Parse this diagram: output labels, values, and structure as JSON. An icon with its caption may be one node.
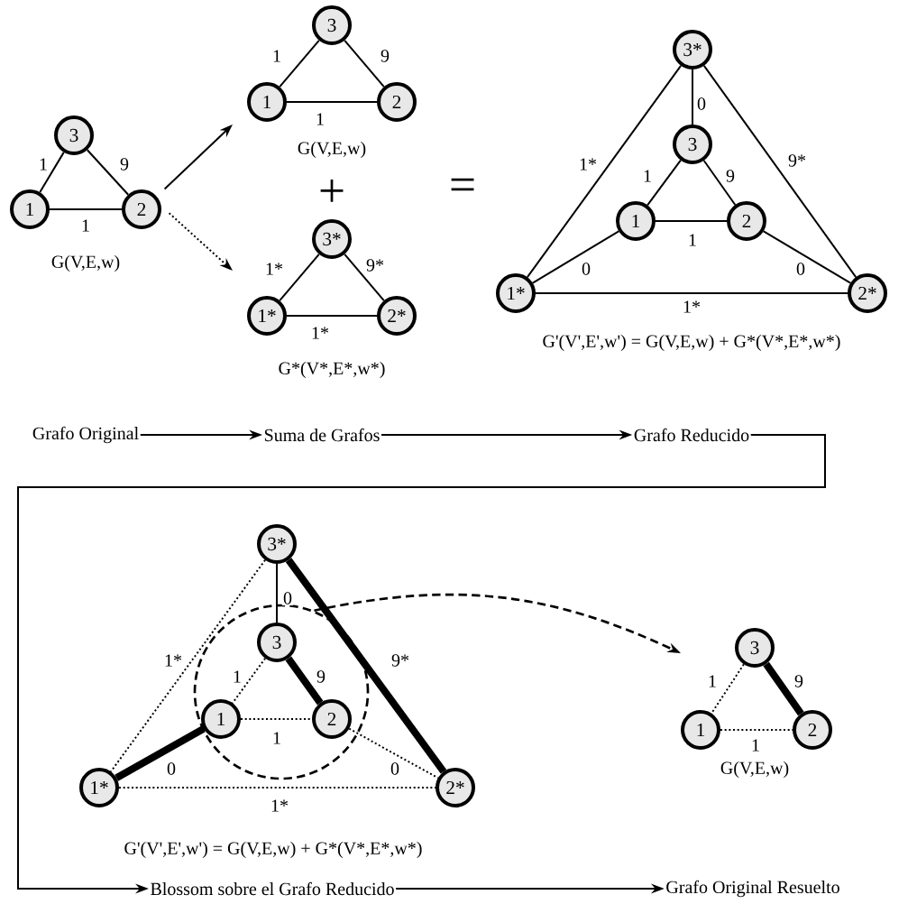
{
  "diagram": {
    "nodes": [
      {
        "text": [
          "3"
        ]
      },
      {
        "text": [
          "1"
        ]
      },
      {
        "text": [
          "2"
        ]
      },
      {
        "text": [
          "3"
        ]
      },
      {
        "text": [
          "1"
        ]
      },
      {
        "text": [
          "2"
        ]
      },
      {
        "text": [
          "3*"
        ]
      },
      {
        "text": [
          "1*"
        ]
      },
      {
        "text": [
          "2*"
        ]
      },
      {
        "text": [
          "3*"
        ]
      },
      {
        "text": [
          "3"
        ]
      },
      {
        "text": [
          "1"
        ]
      },
      {
        "text": [
          "2"
        ]
      },
      {
        "text": [
          "1*"
        ]
      },
      {
        "text": [
          "2*"
        ]
      },
      {
        "text": [
          "Grafo Original"
        ]
      },
      {
        "text": [
          "Suma de Grafos"
        ]
      },
      {
        "text": [
          "Grafo Reducido"
        ]
      },
      {
        "text": [
          "Blossom sobre el Grafo Reducido"
        ]
      },
      {
        "text": [
          "Grafo Original Resuelto"
        ]
      },
      {
        "text": [
          "3*"
        ]
      },
      {
        "text": [],
        "shape": "circle"
      },
      {
        "text": [
          "3"
        ],
        "in": 21
      },
      {
        "text": [
          "1"
        ],
        "in": 21
      },
      {
        "text": [
          "2"
        ],
        "in": 21
      },
      {
        "text": [
          "1*"
        ]
      },
      {
        "text": [
          "2*"
        ]
      },
      {
        "text": [
          "3"
        ]
      },
      {
        "text": [
          "1"
        ]
      },
      {
        "text": [
          "2"
        ]
      }
    ],
    "edges": [
      {
        "from": 0,
        "to": 1,
        "arrow": "none",
        "label": "1"
      },
      {
        "from": 0,
        "to": 2,
        "arrow": "none",
        "label": "9"
      },
      {
        "from": 1,
        "to": 2,
        "arrow": "none",
        "label": "1"
      },
      {
        "from": 3,
        "to": 4,
        "arrow": "none",
        "label": "1"
      },
      {
        "from": 3,
        "to": 5,
        "arrow": "none",
        "label": "9"
      },
      {
        "from": 4,
        "to": 5,
        "arrow": "none",
        "label": "1"
      },
      {
        "from": 6,
        "to": 7,
        "arrow": "none",
        "label": "1*"
      },
      {
        "from": 6,
        "to": 8,
        "arrow": "none",
        "label": "9*"
      },
      {
        "from": 7,
        "to": 8,
        "arrow": "none",
        "label": "1*"
      },
      {
        "from": 9,
        "to": 10,
        "arrow": "none",
        "label": "0"
      },
      {
        "from": 10,
        "to": 11,
        "arrow": "none",
        "label": "1"
      },
      {
        "from": 10,
        "to": 12,
        "arrow": "none",
        "label": "9"
      },
      {
        "from": 11,
        "to": 12,
        "arrow": "none",
        "label": "1"
      },
      {
        "from": 13,
        "to": 11,
        "arrow": "none",
        "label": "0"
      },
      {
        "from": 12,
        "to": 14,
        "arrow": "none",
        "label": "0"
      },
      {
        "from": 9,
        "to": 13,
        "arrow": "none",
        "label": "1*"
      },
      {
        "from": 9,
        "to": 14,
        "arrow": "none",
        "label": "9*"
      },
      {
        "from": 13,
        "to": 14,
        "arrow": "none",
        "label": "1*"
      },
      {
        "from": 15,
        "to": 16,
        "arrow": "to"
      },
      {
        "from": 16,
        "to": 17,
        "arrow": "to"
      },
      {
        "from": 17,
        "to": 18,
        "arrow": "to"
      },
      {
        "from": 18,
        "to": 19,
        "arrow": "to"
      },
      {
        "from": 20,
        "to": 22,
        "arrow": "none",
        "label": "0"
      },
      {
        "from": 22,
        "to": 23,
        "arrow": "none",
        "label": "1",
        "style": "dashed"
      },
      {
        "from": 22,
        "to": 24,
        "arrow": "none",
        "label": "9",
        "style": "thick"
      },
      {
        "from": 23,
        "to": 24,
        "arrow": "none",
        "label": "1",
        "style": "dashed"
      },
      {
        "from": 25,
        "to": 23,
        "arrow": "none",
        "label": "0",
        "style": "thick"
      },
      {
        "from": 24,
        "to": 26,
        "arrow": "none",
        "label": "0",
        "style": "dashed"
      },
      {
        "from": 20,
        "to": 25,
        "arrow": "none",
        "label": "1*",
        "style": "dashed"
      },
      {
        "from": 20,
        "to": 26,
        "arrow": "none",
        "label": "9*",
        "style": "thick"
      },
      {
        "from": 25,
        "to": 26,
        "arrow": "none",
        "label": "1*",
        "style": "dashed"
      },
      {
        "from": 21,
        "to": null,
        "arrow": "to",
        "style": "dashed"
      },
      {
        "from": 27,
        "to": 28,
        "arrow": "none",
        "label": "1",
        "style": "dashed"
      },
      {
        "from": 27,
        "to": 29,
        "arrow": "none",
        "label": "9",
        "style": "thick"
      },
      {
        "from": 28,
        "to": 29,
        "arrow": "none",
        "label": "1",
        "style": "dashed"
      },
      {
        "from": 2,
        "to": null,
        "arrow": "to"
      },
      {
        "from": 2,
        "to": null,
        "arrow": "to",
        "style": "dashed"
      }
    ],
    "labels": [
      "G(V,E,w)",
      "G(V,E,w)",
      "+",
      "G*(V*,E*,w*)",
      "=",
      "G'(V',E',w') = G(V,E,w) + G*(V*,E*,w*)",
      "G'(V',E',w') = G(V,E,w) + G*(V*,E*,w*)",
      "G(V,E,w)"
    ]
  }
}
